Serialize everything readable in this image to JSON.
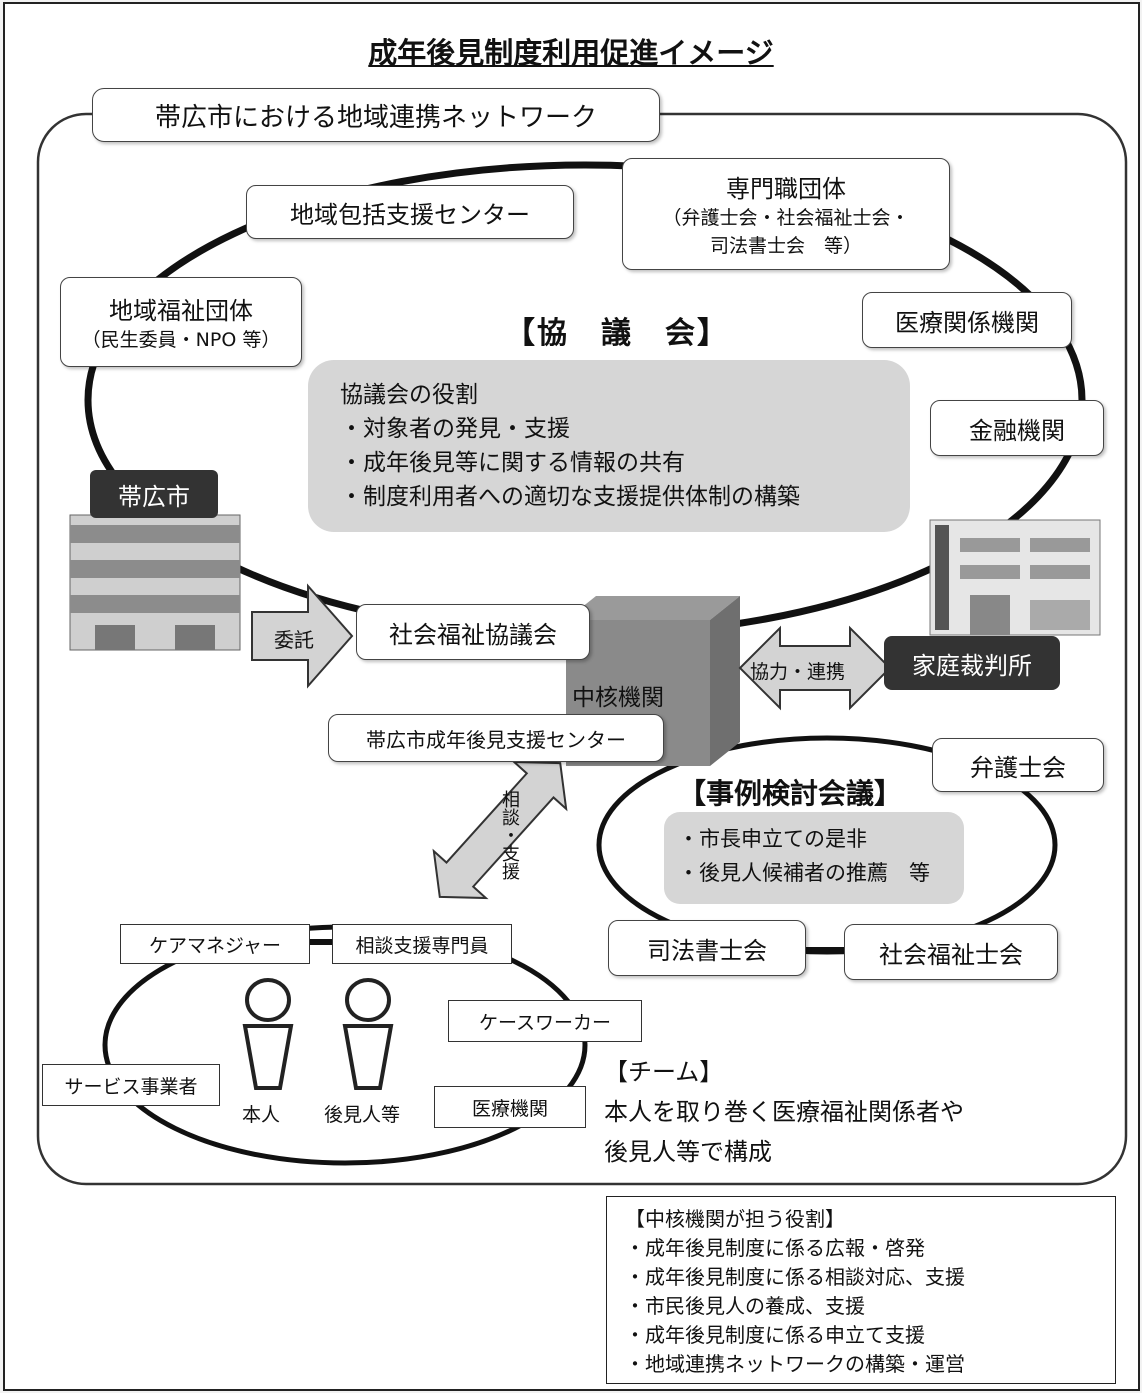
{
  "title": "成年後見制度利用促進イメージ",
  "network_label": "帯広市における地域連携ネットワーク",
  "orgs": {
    "chiiki_houkatsu": "地域包括支援センター",
    "senmon_title": "専門職団体",
    "senmon_sub1": "（弁護士会・社会福祉士会・",
    "senmon_sub2": "司法書士会　等）",
    "fukushi_title": "地域福祉団体",
    "fukushi_sub": "（民生委員・NPO 等）",
    "iryo_kankei": "医療関係機関",
    "kinyu": "金融機関"
  },
  "council": {
    "heading": "【協　議　会】",
    "roles_title": "協議会の役割",
    "roles": [
      "・対象者の発見・支援",
      "・成年後見等に関する情報の共有",
      "・制度利用者への適切な支援提供体制の構築"
    ]
  },
  "city_label": "帯広市",
  "itaku": "委託",
  "shakyo": "社会福祉協議会",
  "chukaku": "中核機関",
  "kyoryoku": "協力・連携",
  "court": "家庭裁判所",
  "support_center": "帯広市成年後見支援センター",
  "soudan": "相談・支援",
  "case_meeting": {
    "heading": "【事例検討会議】",
    "items": [
      "・市長申立ての是非",
      "・後見人候補者の推薦　等"
    ],
    "bengoshi": "弁護士会",
    "shiho": "司法書士会",
    "shakai_fukushishi": "社会福祉士会"
  },
  "team": {
    "care_manager": "ケアマネジャー",
    "soudan_shien": "相談支援専門員",
    "case_worker": "ケースワーカー",
    "service": "サービス事業者",
    "honnin": "本人",
    "kouken": "後見人等",
    "iryo": "医療機関",
    "heading": "【チーム】",
    "desc1": "本人を取り巻く医療福祉関係者や",
    "desc2": "後見人等で構成"
  },
  "core_roles": {
    "title": "【中核機関が担う役割】",
    "items": [
      "・成年後見制度に係る広報・啓発",
      "・成年後見制度に係る相談対応、支援",
      "・市民後見人の養成、支援",
      "・成年後見制度に係る申立て支援",
      "・地域連携ネットワークの構築・運営"
    ]
  },
  "colors": {
    "dark_label": "#333333",
    "council_box": "#d6d6d6",
    "arrow": "#d3d3d3",
    "outline": "#222222"
  }
}
